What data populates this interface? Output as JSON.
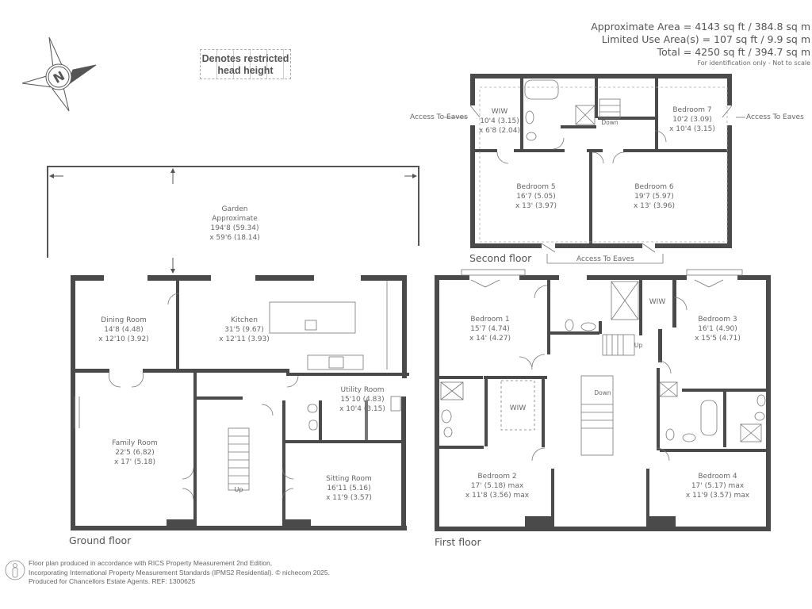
{
  "area_summary": {
    "approximate": "Approximate Area = 4143 sq ft / 384.8 sq m",
    "limited_use": "Limited Use Area(s) = 107 sq ft / 9.9 sq m",
    "total": "Total = 4250 sq ft / 394.7 sq m",
    "note": "For identification only - Not to scale"
  },
  "legend": {
    "line1": "Denotes restricted",
    "line2": "head height"
  },
  "compass": {
    "label": "N"
  },
  "colors": {
    "wall": "#4a4a4a",
    "text": "#666666",
    "dashed": "#aaaaaa"
  },
  "garden": {
    "name": "Garden",
    "line2": "Approximate",
    "dim1": "194'8 (59.34)",
    "dim2": "x 59'6 (18.14)"
  },
  "floors": {
    "ground": {
      "label": "Ground floor",
      "rooms": [
        {
          "name": "Dining Room",
          "dim1": "14'8 (4.48)",
          "dim2": "x 12'10 (3.92)"
        },
        {
          "name": "Kitchen",
          "dim1": "31'5 (9.67)",
          "dim2": "x 12'11 (3.93)"
        },
        {
          "name": "Utility Room",
          "dim1": "15'10 (4.83)",
          "dim2": "x 10'4 (3.15)"
        },
        {
          "name": "Family Room",
          "dim1": "22'5 (6.82)",
          "dim2": "x 17' (5.18)"
        },
        {
          "name": "Sitting Room",
          "dim1": "16'11 (5.16)",
          "dim2": "x 11'9 (3.57)"
        }
      ],
      "stairs_label": "Up"
    },
    "first": {
      "label": "First floor",
      "rooms": [
        {
          "name": "Bedroom 1",
          "dim1": "15'7 (4.74)",
          "dim2": "x 14' (4.27)"
        },
        {
          "name": "Bedroom 3",
          "dim1": "16'1 (4.90)",
          "dim2": "x 15'5 (4.71)"
        },
        {
          "name": "Bedroom 2",
          "dim1": "17' (5.18) max",
          "dim2": "x 11'8 (3.56) max"
        },
        {
          "name": "Bedroom 4",
          "dim1": "17' (5.17) max",
          "dim2": "x 11'9 (3.57) max"
        }
      ],
      "wiw_labels": [
        "WIW",
        "WIW"
      ],
      "stairs_up": "Up",
      "stairs_down": "Down"
    },
    "second": {
      "label": "Second floor",
      "rooms": [
        {
          "name": "WIW",
          "dim1": "10'4 (3.15)",
          "dim2": "x 6'8 (2.04)"
        },
        {
          "name": "Bedroom 7",
          "dim1": "10'2 (3.09)",
          "dim2": "x 10'4 (3.15)"
        },
        {
          "name": "Bedroom 5",
          "dim1": "16'7 (5.05)",
          "dim2": "x 13' (3.97)"
        },
        {
          "name": "Bedroom 6",
          "dim1": "19'7 (5.97)",
          "dim2": "x 13' (3.96)"
        }
      ],
      "stairs_down": "Down",
      "eaves": [
        "Access To Eaves",
        "Access To Eaves",
        "Access To Eaves"
      ]
    }
  },
  "footer": {
    "line1": "Floor plan produced in accordance with RICS Property Measurement 2nd Edition,",
    "line2": "Incorporating International Property Measurement Standards (IPMS2 Residential).   © nichecom 2025.",
    "line3": "Produced for Chancellors Estate Agents.   REF: 1300625"
  }
}
